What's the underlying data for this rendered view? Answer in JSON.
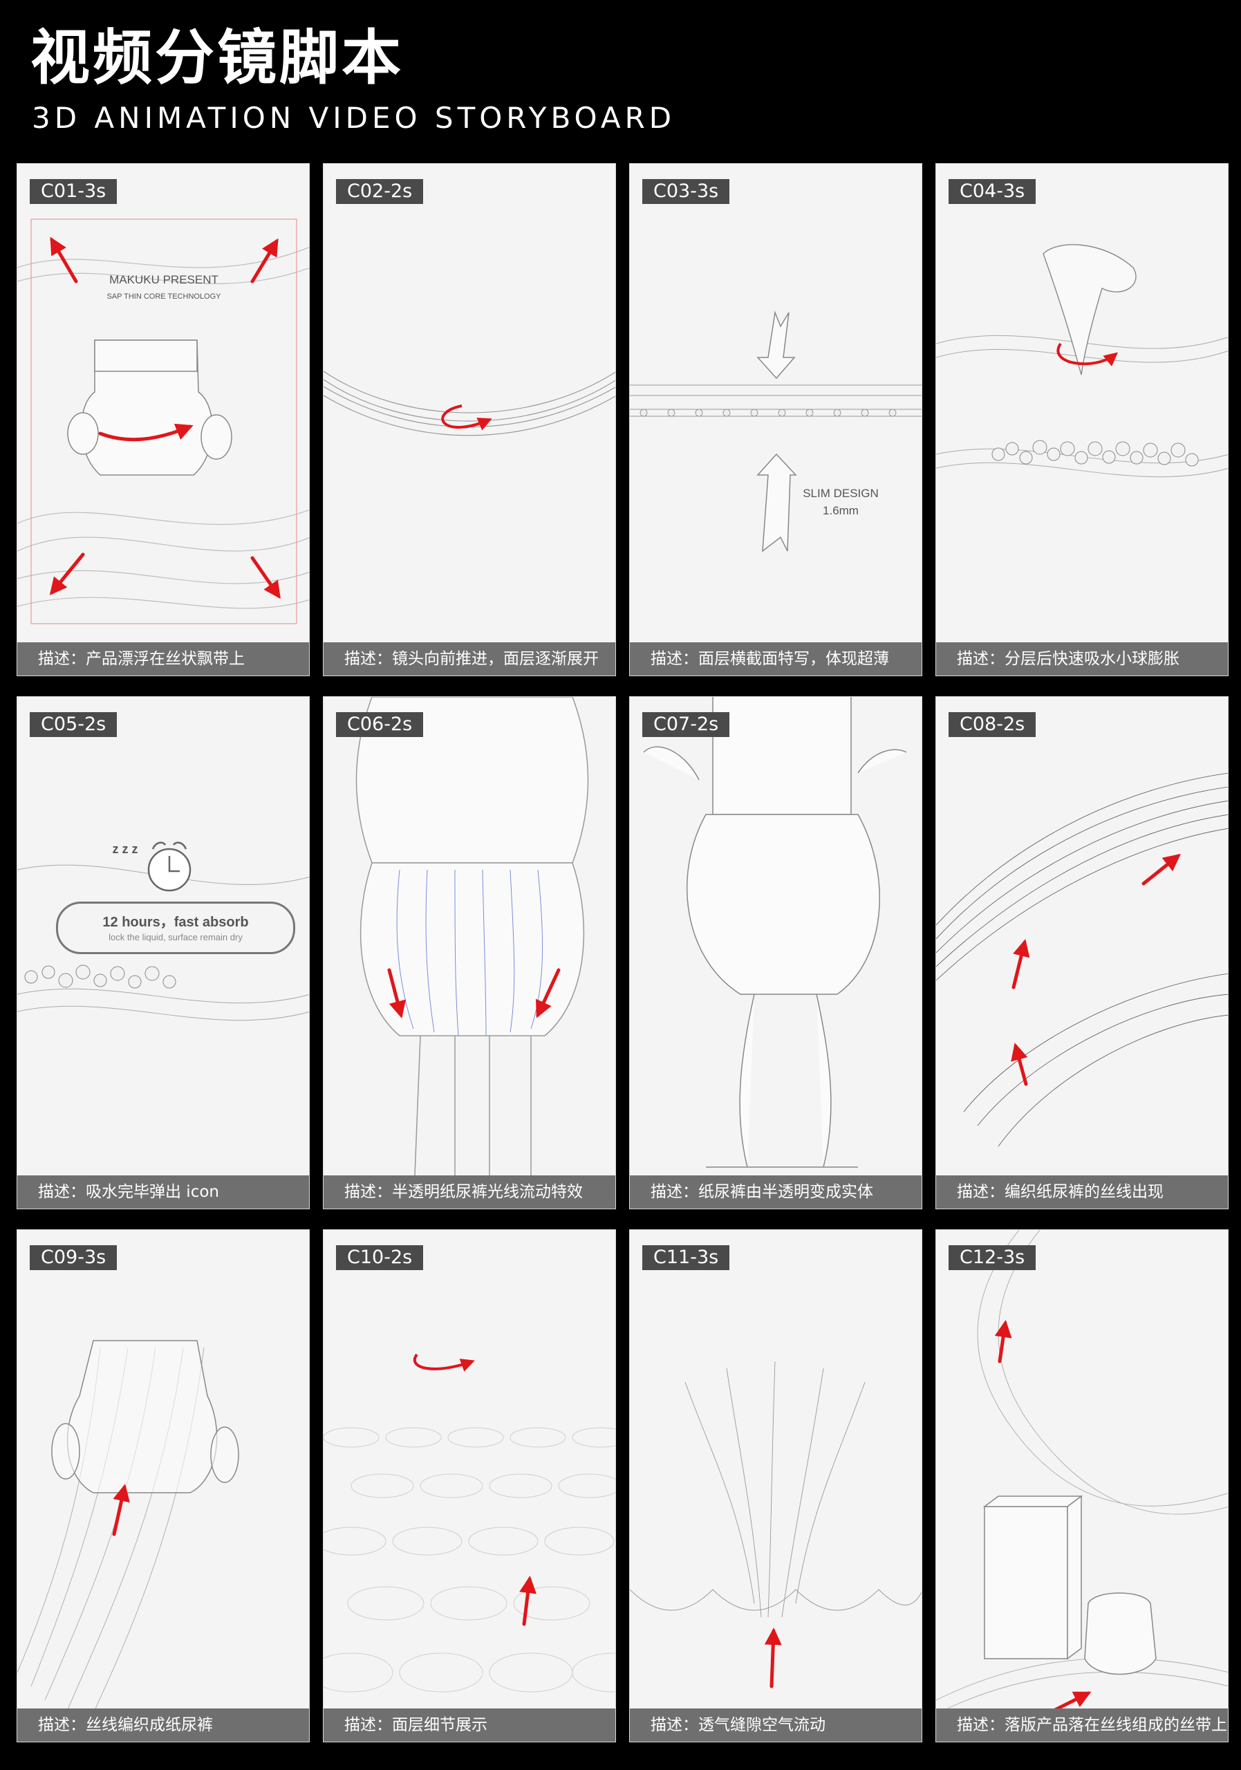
{
  "header": {
    "title": "视频分镜脚本",
    "subtitle": "3D ANIMATION VIDEO STORYBOARD"
  },
  "colors": {
    "background": "#000000",
    "arrow": "#e0161b",
    "caption_bar": "#6f6f6f",
    "badge": "#4a4a4a"
  },
  "panels": [
    {
      "shot": "C01-3s",
      "caption": "描述：产品漂浮在丝状飘带上",
      "overlay": {
        "line1": "MAKUKU PRESENT",
        "line2": "SAP THIN CORE TECHNOLOGY"
      }
    },
    {
      "shot": "C02-2s",
      "caption": "描述：镜头向前推进，面层逐渐展开"
    },
    {
      "shot": "C03-3s",
      "caption": "描述：面层横截面特写，体现超薄",
      "overlay": {
        "line1": "SLIM DESIGN",
        "line2": "1.6mm"
      }
    },
    {
      "shot": "C04-3s",
      "caption": "描述：分层后快速吸水小球膨胀"
    },
    {
      "shot": "C05-2s",
      "caption": "描述：吸水完毕弹出 icon",
      "overlay": {
        "line1": "12 hours，fast absorb",
        "line2": "lock the liquid, surface remain dry",
        "sleep": "z z z"
      }
    },
    {
      "shot": "C06-2s",
      "caption": "描述：半透明纸尿裤光线流动特效"
    },
    {
      "shot": "C07-2s",
      "caption": "描述：纸尿裤由半透明变成实体"
    },
    {
      "shot": "C08-2s",
      "caption": "描述：编织纸尿裤的丝线出现"
    },
    {
      "shot": "C09-3s",
      "caption": "描述：丝线编织成纸尿裤"
    },
    {
      "shot": "C10-2s",
      "caption": "描述：面层细节展示"
    },
    {
      "shot": "C11-3s",
      "caption": "描述：透气缝隙空气流动"
    },
    {
      "shot": "C12-3s",
      "caption": "描述：落版产品落在丝线组成的丝带上"
    }
  ]
}
